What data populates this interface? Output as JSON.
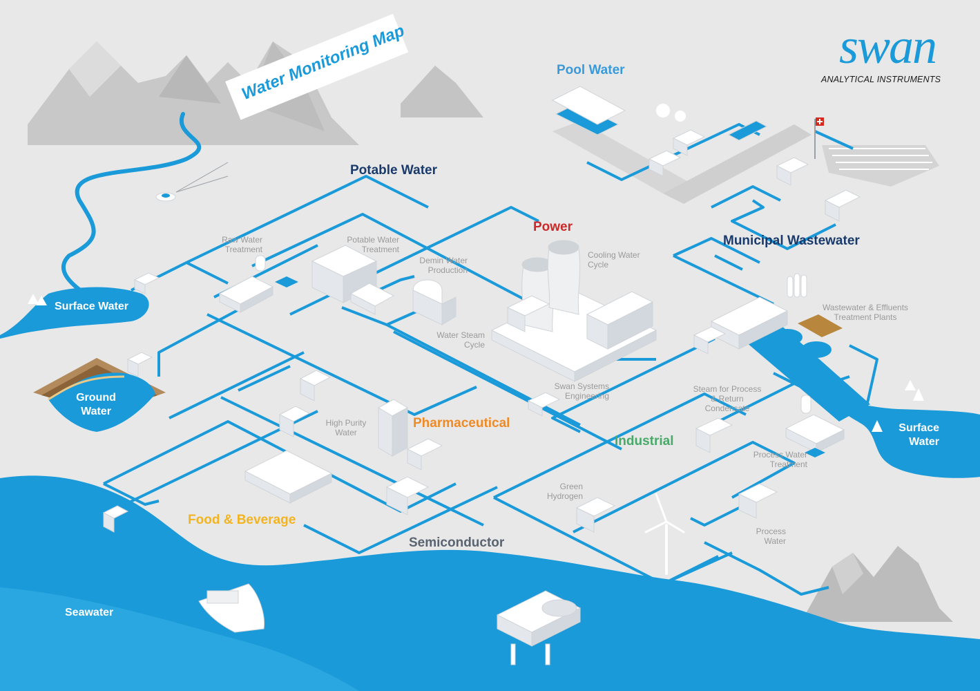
{
  "logo": {
    "word": "swan",
    "subtitle": "ANALYTICAL INSTRUMENTS"
  },
  "banner": "Water Monitoring Map",
  "sections": {
    "potable": "Potable Water",
    "pool": "Pool Water",
    "power": "Power",
    "municipal": "Municipal Wastewater",
    "pharma": "Pharmaceutical",
    "industrial": "Industrial",
    "food": "Food & Beverage",
    "semi": "Semiconductor"
  },
  "waters": {
    "surface_left": "Surface Water",
    "ground": "Ground Water",
    "surface_right": "Surface Water",
    "seawater": "Seawater"
  },
  "sublabels": {
    "raw": "Raw Water Treatment",
    "potable_treat": "Potable Water Treatment",
    "demin": "Demin Water Production",
    "cooling": "Cooling Water Cycle",
    "steam_cycle": "Water Steam Cycle",
    "wastewater": "Wastewater & Effluents Treatment Plants",
    "swan_sys": "Swan Systems Engineering",
    "steam_process": "Steam for Process & Return Condensate",
    "hpw": "High Purity Water",
    "process_treat": "Process Water Treatment",
    "green_h": "Green Hydrogen",
    "process_water": "Process Water"
  },
  "colors": {
    "background": "#e8e8e8",
    "pipe": "#1a9ad9",
    "water": "#1a9ad9",
    "mountain": "#c4c4c4",
    "navy_label": "#1a3a6b",
    "power_label": "#cc2a2a",
    "pharma_label": "#f08a24",
    "industrial_label": "#4aa86a",
    "food_label": "#f2b420",
    "semi_label": "#5a6470",
    "pool_label": "#3a9ad9"
  }
}
